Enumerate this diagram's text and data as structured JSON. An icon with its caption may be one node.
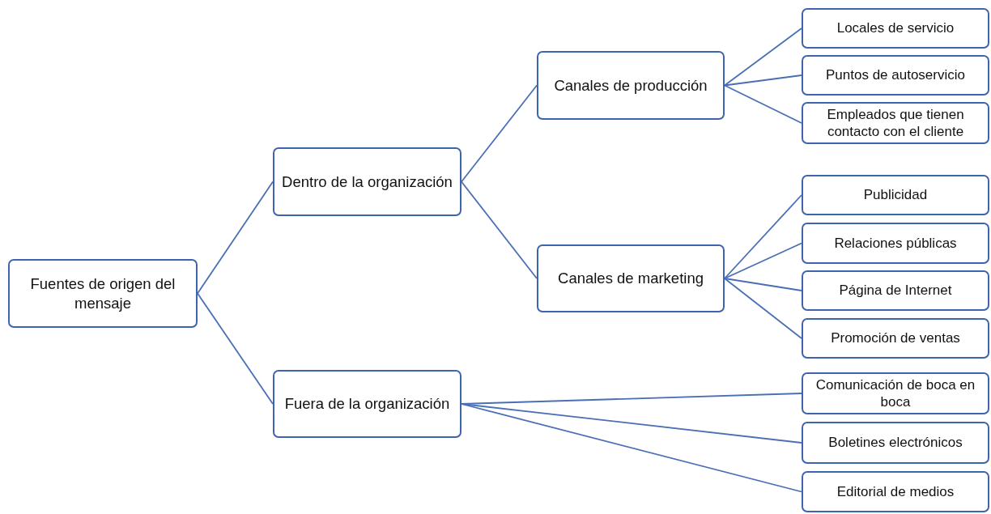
{
  "diagram": {
    "nodes": [
      {
        "text": [
          "Fuentes de origen del mensaje"
        ]
      },
      {
        "text": [
          "Dentro de la organización"
        ]
      },
      {
        "text": [
          "Fuera de la organización"
        ]
      },
      {
        "text": [
          "Canales de producción"
        ]
      },
      {
        "text": [
          "Canales de marketing"
        ]
      },
      {
        "text": [
          "Locales de servicio"
        ]
      },
      {
        "text": [
          "Puntos de autoservicio"
        ]
      },
      {
        "text": [
          "Empleados que tienen contacto con el cliente"
        ]
      },
      {
        "text": [
          "Publicidad"
        ]
      },
      {
        "text": [
          "Relaciones públicas"
        ]
      },
      {
        "text": [
          "Página de Internet"
        ]
      },
      {
        "text": [
          "Promoción de ventas"
        ]
      },
      {
        "text": [
          "Comunicación de boca en boca"
        ]
      },
      {
        "text": [
          "Boletines electrónicos"
        ]
      },
      {
        "text": [
          "Editorial de medios"
        ]
      }
    ],
    "edges": [
      {
        "from": 0,
        "to": 1,
        "arrow": "none"
      },
      {
        "from": 0,
        "to": 2,
        "arrow": "none"
      },
      {
        "from": 1,
        "to": 3,
        "arrow": "none"
      },
      {
        "from": 1,
        "to": 4,
        "arrow": "none"
      },
      {
        "from": 3,
        "to": 5,
        "arrow": "none"
      },
      {
        "from": 3,
        "to": 6,
        "arrow": "none"
      },
      {
        "from": 3,
        "to": 7,
        "arrow": "none"
      },
      {
        "from": 4,
        "to": 8,
        "arrow": "none"
      },
      {
        "from": 4,
        "to": 9,
        "arrow": "none"
      },
      {
        "from": 4,
        "to": 10,
        "arrow": "none"
      },
      {
        "from": 4,
        "to": 11,
        "arrow": "none"
      },
      {
        "from": 2,
        "to": 12,
        "arrow": "none"
      },
      {
        "from": 2,
        "to": 13,
        "arrow": "none"
      },
      {
        "from": 2,
        "to": 14,
        "arrow": "none"
      }
    ]
  }
}
